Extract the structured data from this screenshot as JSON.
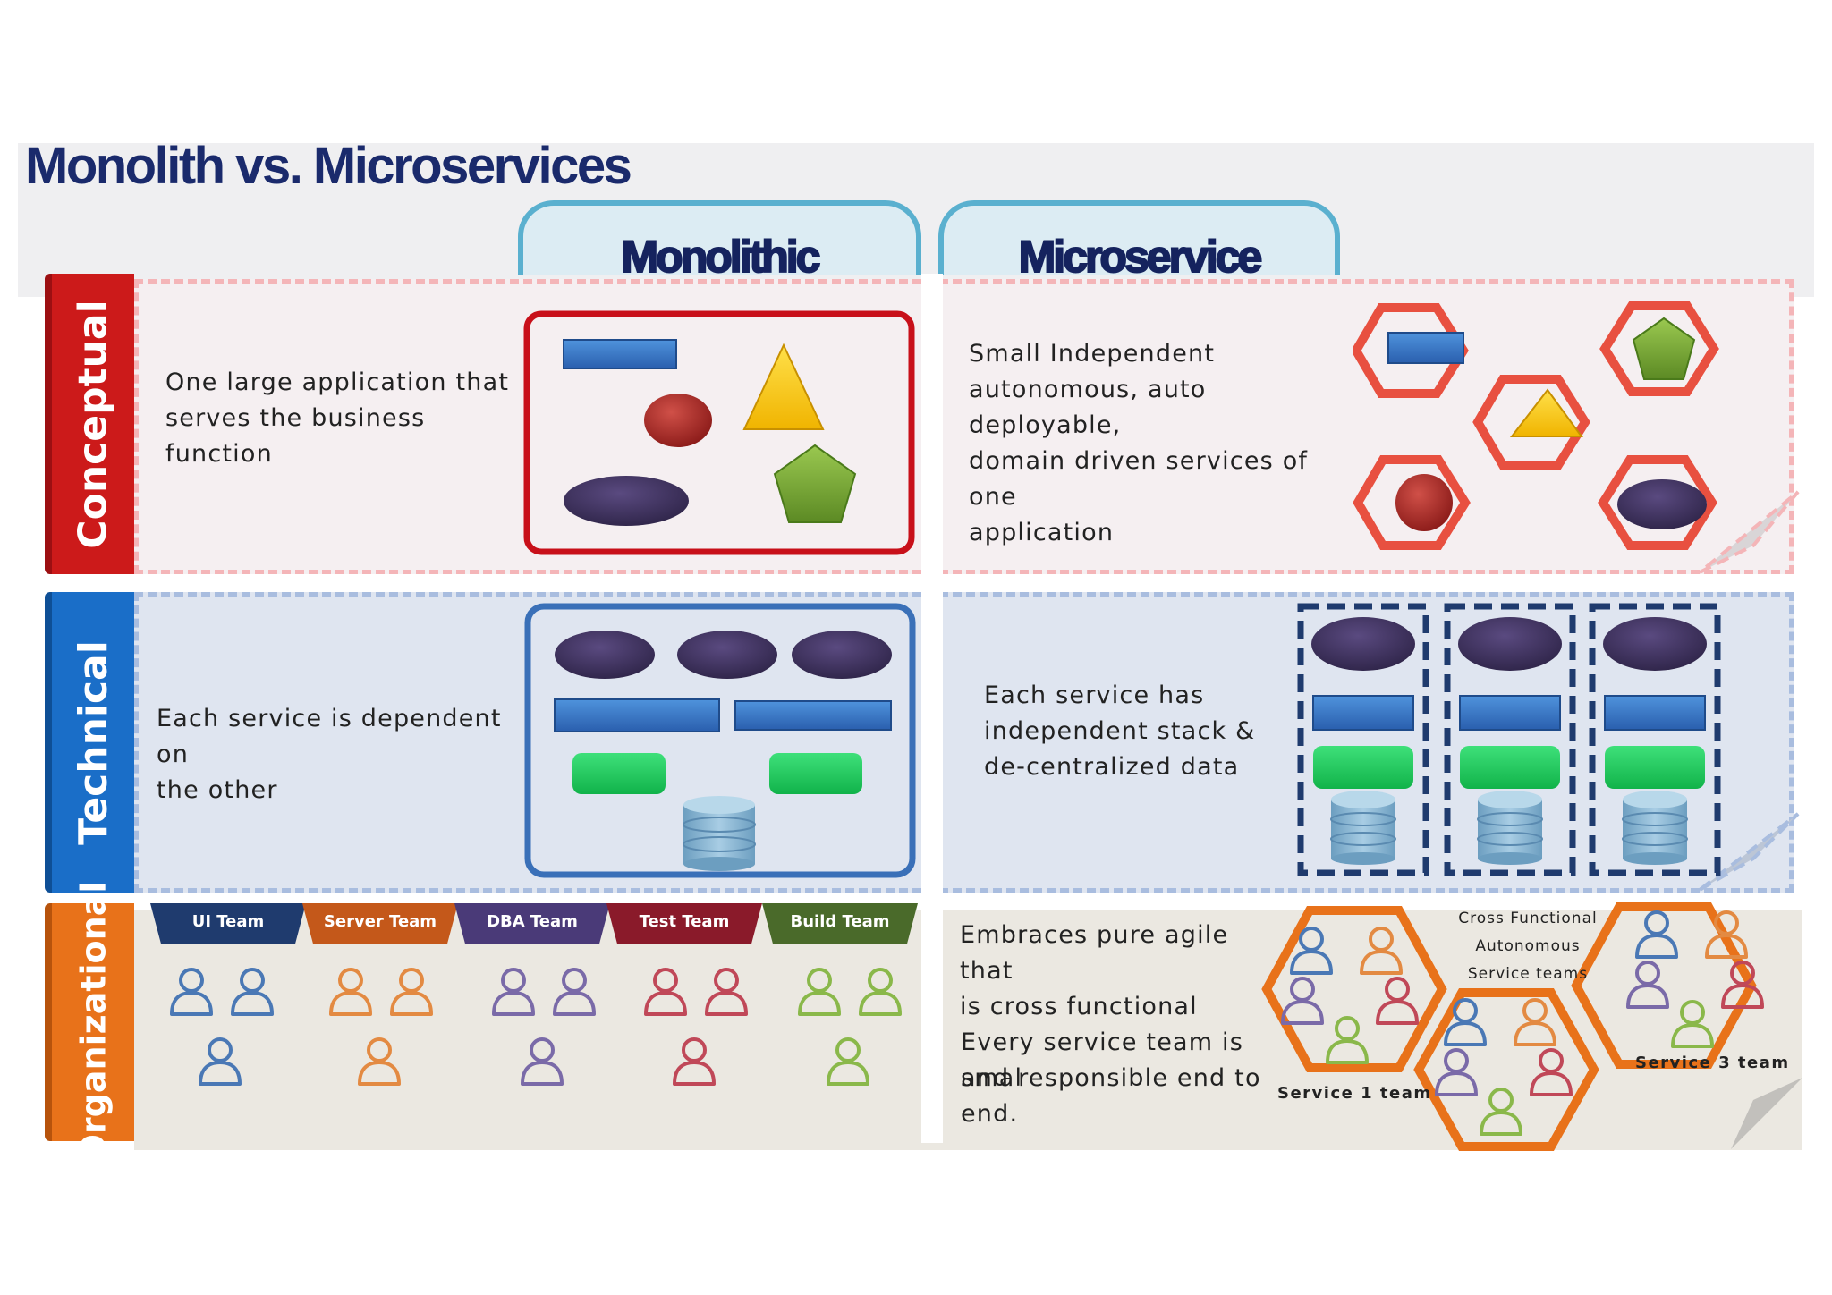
{
  "title": "Monolith vs. Microservices",
  "columns": {
    "monolithic": "Monolithic",
    "microservice": "Microservice"
  },
  "rows": {
    "conceptual": {
      "label": "Conceptual",
      "monolith_text": "One large application that\nserves the business\nfunction",
      "micro_text": "Small Independent\nautonomous, auto deployable,\ndomain driven services of one\napplication"
    },
    "technical": {
      "label": "Technical",
      "monolith_text": "Each service is dependent on\nthe other",
      "micro_text": "Each service has\nindependent stack  &\nde-centralized  data"
    },
    "organizational": {
      "label": "Organizational",
      "teams": [
        {
          "label": "UI Team",
          "color": "#1f3b6e",
          "person_color": "#4a78b5"
        },
        {
          "label": "Server Team",
          "color": "#c4581a",
          "person_color": "#e38a42"
        },
        {
          "label": "DBA Team",
          "color": "#4a3a78",
          "person_color": "#7a6aa8"
        },
        {
          "label": "Test Team",
          "color": "#8a1a2a",
          "person_color": "#c04858"
        },
        {
          "label": "Build Team",
          "color": "#4a6a2a",
          "person_color": "#8ab84a"
        }
      ],
      "micro_text_1": "Embraces pure agile that\nis cross functional",
      "micro_text_2": "Every service team is smal",
      "micro_text_3": "and responsible end to\nend.",
      "cross_functional_label": "Cross Functional\nAutonomous\nService teams",
      "service_teams": [
        "Service 1 team",
        "Service 3 team"
      ]
    }
  },
  "colors": {
    "conceptual": "#cc1a1a",
    "technical": "#1a6ec8",
    "organizational": "#e8721a",
    "title": "#1a2a6c",
    "tab_border": "#5ab0cf",
    "hex_red": "#e85040",
    "hex_orange": "#e8721a",
    "dashed_navy": "#1f3b6e"
  }
}
